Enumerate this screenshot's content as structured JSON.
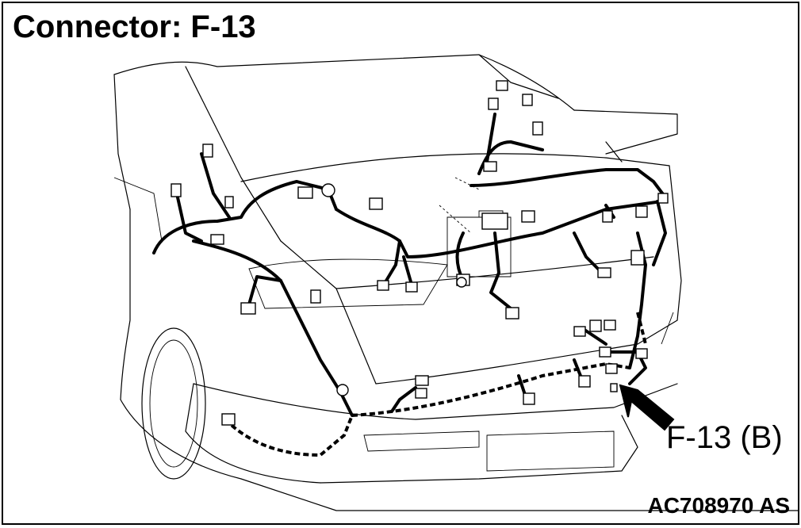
{
  "title": "Connector: F-13",
  "callout_label": "F-13 (B)",
  "figure_code": "AC708970 AS",
  "colors": {
    "line": "#000000",
    "background": "#ffffff"
  }
}
